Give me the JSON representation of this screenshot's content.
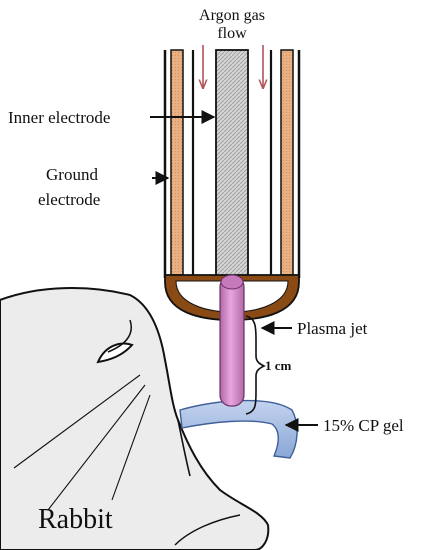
{
  "labels": {
    "gas_line1": "Argon gas",
    "gas_line2": "flow",
    "inner_electrode": "Inner electrode",
    "ground_line1": "Ground",
    "ground_line2": "electrode",
    "plasma_jet": "Plasma jet",
    "distance": "1 cm",
    "gel": "15% CP gel",
    "rabbit": "Rabbit"
  },
  "colors": {
    "electrode_copper": "#e9b083",
    "electrode_brown": "#8a4a14",
    "plasma_pink": "#d488c8",
    "gel_blue": "#a9bfe3",
    "gas_arrow": "#b2545a",
    "inner_electrode_gray": "#cfcfcf",
    "rabbit_gray": "#ededed"
  }
}
